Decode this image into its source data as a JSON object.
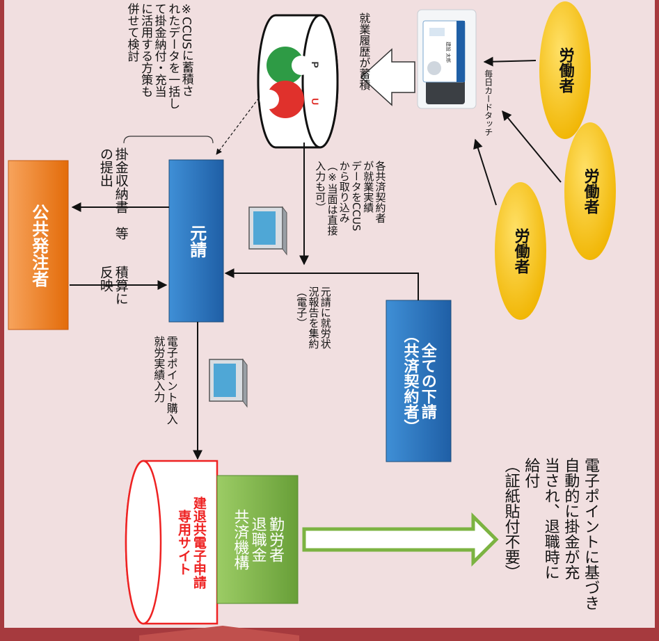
{
  "nodes": {
    "public_client": "公共発注者",
    "prime": "元請",
    "subcontractors": "全ての下請\n（共済契約者）",
    "site": "建退共電子申請\n専用サイト",
    "kintai": "勤労者\n退職金\n共済機構",
    "worker1": "労働者",
    "worker2": "労働者",
    "worker3": "労働者"
  },
  "labels": {
    "estimate": "積算に\n反映",
    "submit": "掛金収納書　等\nの提出",
    "ccus_note": "※CCUSに蓄積さ\nれたデータを一括し\nて掛金納付・充当\nに活用する方策も\n併せて検討",
    "accumulate": "就業履歴が蓄積",
    "card_touch": "毎日カードタッチ",
    "import": "各共済契約者\nが就業実績\nデータをCCUS\nから取り込み\n（※当面は直接\n入力も可）",
    "report": "元請に就労状\n況報告を集約\n（電子）",
    "purchase": "電子ポイント購入\n就労実績入力",
    "result": "電子ポイントに基づき\n自動的に掛金が充\n当され、退職時に\n給付\n（証紙貼付不要）",
    "logo_u": "U",
    "logo_p": "P",
    "card_name": "建設 太郎"
  },
  "colors": {
    "orange": "#ed7d31",
    "blue": "#2e75b6",
    "green": "#7cb342",
    "yellow": "#ffc000",
    "frame": "#a63a3e"
  }
}
